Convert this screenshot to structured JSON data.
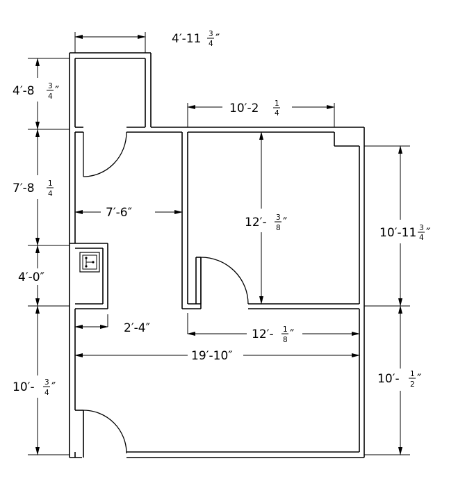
{
  "dimensions": {
    "closet_width": {
      "whole": "4′-11",
      "num": "3",
      "den": "4",
      "suffix": "″"
    },
    "closet_depth": {
      "whole": "4′-8",
      "num": "3",
      "den": "4",
      "suffix": "″"
    },
    "bedroom_width": {
      "whole": "10′-2",
      "num": "1",
      "den": "4",
      "suffix": ""
    },
    "hall_length": {
      "whole": "7′-8",
      "num": "1",
      "den": "4",
      "suffix": ""
    },
    "hall_width": {
      "whole": "7′-6″"
    },
    "bedroom_depth": {
      "whole": "12′-",
      "num": "3",
      "den": "8",
      "suffix": "″"
    },
    "bedroom_right": {
      "whole": "10′-11",
      "num": "3",
      "den": "4",
      "suffix": "″"
    },
    "sink_section": {
      "whole": "4′-0″"
    },
    "sink_offset": {
      "whole": "2′-4″"
    },
    "living_width": {
      "whole": "12′-",
      "num": "1",
      "den": "8",
      "suffix": "″"
    },
    "overall_width": {
      "whole": "19′-10″"
    },
    "living_left": {
      "whole": "10′-",
      "num": "3",
      "den": "4",
      "suffix": "″"
    },
    "living_right": {
      "whole": "10′-",
      "num": "1",
      "den": "2",
      "suffix": "″"
    }
  },
  "icons": {
    "sink": "sink-icon"
  }
}
